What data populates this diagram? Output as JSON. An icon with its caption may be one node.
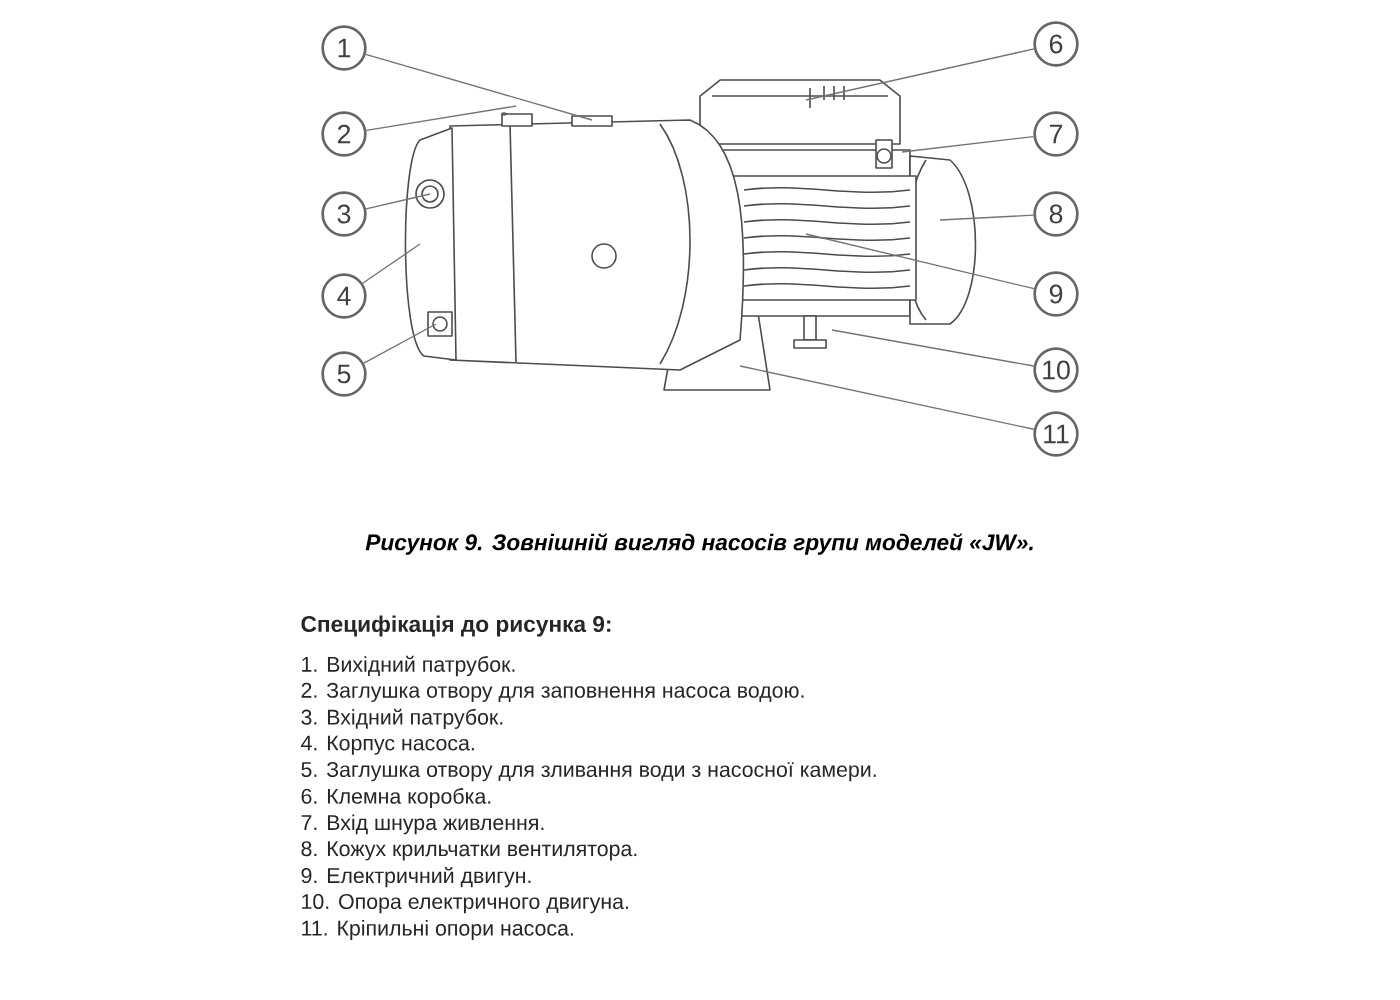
{
  "diagram": {
    "caption": "Рисунок 9. Зовнішній вигляд насосів групи моделей «JW».",
    "nodes": [
      {
        "text": [
          "1"
        ]
      },
      {
        "text": [
          "2"
        ]
      },
      {
        "text": [
          "3"
        ]
      },
      {
        "text": [
          "4"
        ]
      },
      {
        "text": [
          "5"
        ]
      },
      {
        "text": [
          "6"
        ]
      },
      {
        "text": [
          "7"
        ]
      },
      {
        "text": [
          "8"
        ]
      },
      {
        "text": [
          "9"
        ]
      },
      {
        "text": [
          "10"
        ]
      },
      {
        "text": [
          "11"
        ]
      }
    ],
    "edges": [
      {
        "from": 0,
        "to": null,
        "arrow": "none"
      },
      {
        "from": 1,
        "to": null,
        "arrow": "none"
      },
      {
        "from": 2,
        "to": null,
        "arrow": "none"
      },
      {
        "from": 3,
        "to": null,
        "arrow": "none"
      },
      {
        "from": 4,
        "to": null,
        "arrow": "none"
      },
      {
        "from": 5,
        "to": null,
        "arrow": "none"
      },
      {
        "from": 6,
        "to": null,
        "arrow": "none"
      },
      {
        "from": 7,
        "to": null,
        "arrow": "none"
      },
      {
        "from": 8,
        "to": null,
        "arrow": "none"
      },
      {
        "from": 9,
        "to": null,
        "arrow": "none"
      },
      {
        "from": 10,
        "to": null,
        "arrow": "none"
      }
    ],
    "labels": [
      "Специфікація до рисунка 9:",
      "1. Вихідний патрубок.",
      "2. Заглушка отвору для заповнення насоса водою.",
      "3. Вхідний патрубок.",
      "4. Корпус насоса.",
      "5. Заглушка отвору для зливання води з насосної камери.",
      "6. Клемна коробка.",
      "7. Вхід шнура живлення.",
      "8. Кожух крильчатки вентилятора.",
      "9. Електричний двигун.",
      "10. Опора електричного двигуна.",
      "11.  Кріпильні опори насоса."
    ]
  }
}
